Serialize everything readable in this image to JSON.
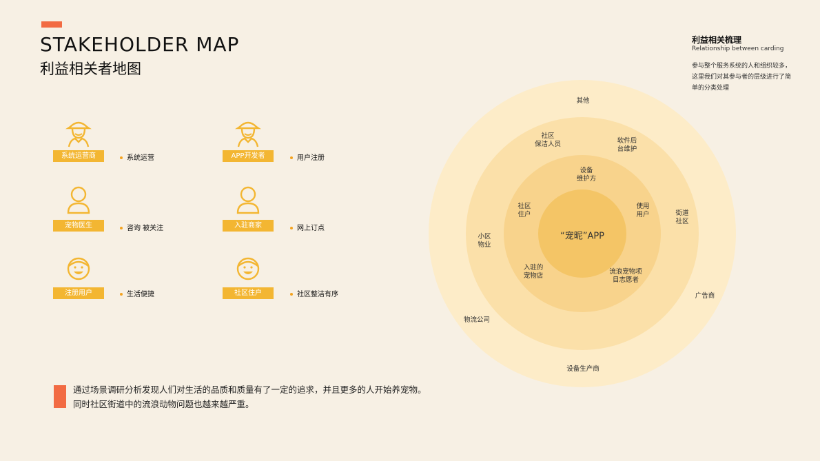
{
  "header": {
    "title_en": "STAKEHOLDER MAP",
    "title_cn": "利益相关者地图"
  },
  "stakeholders": [
    {
      "badge": "系统运营商",
      "desc": "系统运营",
      "icon": "worker-hat-icon"
    },
    {
      "badge": "APP开发者",
      "desc": "用户注册",
      "icon": "worker-hat-icon"
    },
    {
      "badge": "宠物医生",
      "desc": "咨询 被关注",
      "icon": "person-icon"
    },
    {
      "badge": "入驻商家",
      "desc": "网上订点",
      "icon": "person-icon"
    },
    {
      "badge": "注册用户",
      "desc": "生活便捷",
      "icon": "smiling-girl-icon"
    },
    {
      "badge": "社区住户",
      "desc": "社区整洁有序",
      "icon": "smiling-girl-icon"
    }
  ],
  "relationship": {
    "title": "利益相关梳理",
    "subtitle": "Relationship between carding",
    "body": "参与整个服务系统的人和组织较多，这里我们对其参与者的层级进行了简单的分类处理"
  },
  "map": {
    "center": "“宠昵”APP",
    "inner": [
      "设备\n维护方",
      "社区\n住户",
      "使用\n用户",
      "入驻的\n宠物店",
      "流浪宠物项\n目志愿者"
    ],
    "middle": [
      "社区\n保洁人员",
      "软件后\n台维护",
      "小区\n物业",
      "街道\n社区"
    ],
    "outer": [
      "其他",
      "广告商",
      "物流公司",
      "设备生产商"
    ],
    "colors": {
      "outer": "#fdecc8",
      "middle": "#fbe0a9",
      "inner": "#f8d38c",
      "center": "#f4c566"
    }
  },
  "footer": {
    "text": "通过场景调研分析发现人们对生活的品质和质量有了一定的追求，并且更多的人开始养宠物。同时社区街道中的流浪动物问题也越来越严重。"
  }
}
